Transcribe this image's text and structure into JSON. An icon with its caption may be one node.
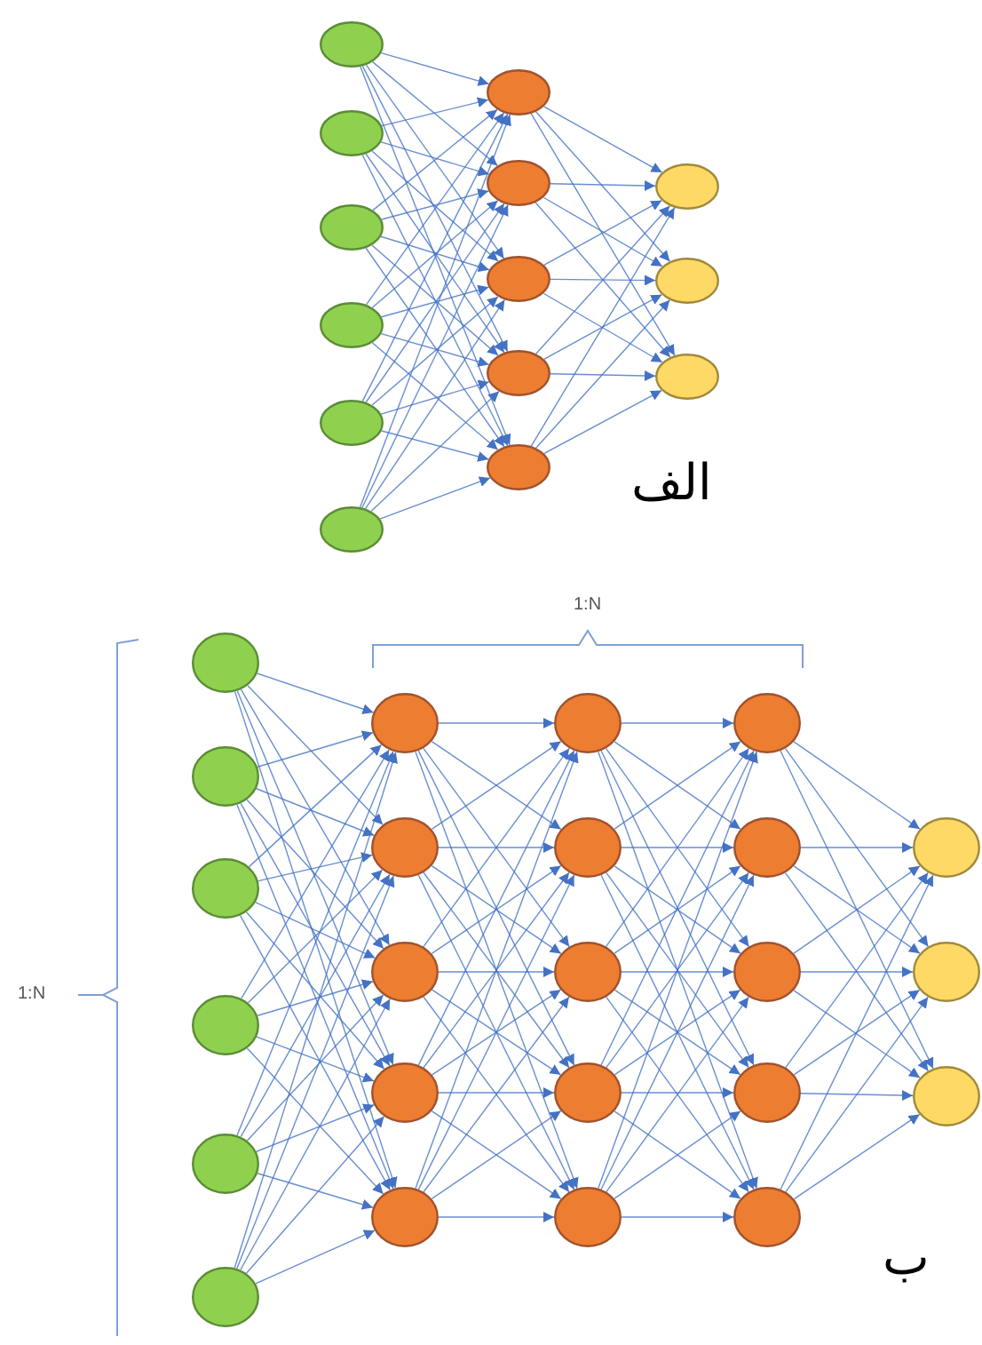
{
  "diagram": {
    "nodes": [
      {
        "text": [],
        "shape": "circle"
      },
      {
        "text": [],
        "shape": "circle"
      },
      {
        "text": [],
        "shape": "circle"
      },
      {
        "text": [],
        "shape": "circle"
      },
      {
        "text": [],
        "shape": "circle"
      },
      {
        "text": [],
        "shape": "circle"
      },
      {
        "text": [],
        "shape": "circle"
      },
      {
        "text": [],
        "shape": "circle"
      },
      {
        "text": [],
        "shape": "circle"
      },
      {
        "text": [],
        "shape": "circle"
      },
      {
        "text": [],
        "shape": "circle"
      },
      {
        "text": [],
        "shape": "circle"
      },
      {
        "text": [],
        "shape": "circle"
      },
      {
        "text": [],
        "shape": "circle"
      },
      {
        "text": [],
        "shape": "circle"
      },
      {
        "text": [],
        "shape": "circle"
      },
      {
        "text": [],
        "shape": "circle"
      },
      {
        "text": [],
        "shape": "circle"
      },
      {
        "text": [],
        "shape": "circle"
      },
      {
        "text": [],
        "shape": "circle"
      },
      {
        "text": [],
        "shape": "circle"
      },
      {
        "text": [],
        "shape": "circle"
      },
      {
        "text": [],
        "shape": "circle"
      },
      {
        "text": [],
        "shape": "circle"
      },
      {
        "text": [],
        "shape": "circle"
      },
      {
        "text": [],
        "shape": "circle"
      },
      {
        "text": [],
        "shape": "circle"
      },
      {
        "text": [],
        "shape": "circle"
      },
      {
        "text": [],
        "shape": "circle"
      },
      {
        "text": [],
        "shape": "circle"
      },
      {
        "text": [],
        "shape": "circle"
      },
      {
        "text": [],
        "shape": "circle"
      },
      {
        "text": [],
        "shape": "circle"
      },
      {
        "text": [],
        "shape": "circle"
      },
      {
        "text": [],
        "shape": "circle"
      },
      {
        "text": [],
        "shape": "circle"
      },
      {
        "text": [],
        "shape": "circle"
      },
      {
        "text": [],
        "shape": "circle"
      }
    ],
    "edges": [
      {
        "from": 0,
        "to": 6,
        "arrow": "to"
      },
      {
        "from": 0,
        "to": 7,
        "arrow": "to"
      },
      {
        "from": 0,
        "to": 8,
        "arrow": "to"
      },
      {
        "from": 0,
        "to": 9,
        "arrow": "to"
      },
      {
        "from": 0,
        "to": 10,
        "arrow": "to"
      },
      {
        "from": 1,
        "to": 6,
        "arrow": "to"
      },
      {
        "from": 1,
        "to": 7,
        "arrow": "to"
      },
      {
        "from": 1,
        "to": 8,
        "arrow": "to"
      },
      {
        "from": 1,
        "to": 9,
        "arrow": "to"
      },
      {
        "from": 1,
        "to": 10,
        "arrow": "to"
      },
      {
        "from": 2,
        "to": 6,
        "arrow": "to"
      },
      {
        "from": 2,
        "to": 7,
        "arrow": "to"
      },
      {
        "from": 2,
        "to": 8,
        "arrow": "to"
      },
      {
        "from": 2,
        "to": 9,
        "arrow": "to"
      },
      {
        "from": 2,
        "to": 10,
        "arrow": "to"
      },
      {
        "from": 3,
        "to": 6,
        "arrow": "to"
      },
      {
        "from": 3,
        "to": 7,
        "arrow": "to"
      },
      {
        "from": 3,
        "to": 8,
        "arrow": "to"
      },
      {
        "from": 3,
        "to": 9,
        "arrow": "to"
      },
      {
        "from": 3,
        "to": 10,
        "arrow": "to"
      },
      {
        "from": 4,
        "to": 6,
        "arrow": "to"
      },
      {
        "from": 4,
        "to": 7,
        "arrow": "to"
      },
      {
        "from": 4,
        "to": 8,
        "arrow": "to"
      },
      {
        "from": 4,
        "to": 9,
        "arrow": "to"
      },
      {
        "from": 4,
        "to": 10,
        "arrow": "to"
      },
      {
        "from": 5,
        "to": 6,
        "arrow": "to"
      },
      {
        "from": 5,
        "to": 7,
        "arrow": "to"
      },
      {
        "from": 5,
        "to": 8,
        "arrow": "to"
      },
      {
        "from": 5,
        "to": 9,
        "arrow": "to"
      },
      {
        "from": 5,
        "to": 10,
        "arrow": "to"
      },
      {
        "from": 6,
        "to": 11,
        "arrow": "to"
      },
      {
        "from": 6,
        "to": 12,
        "arrow": "to"
      },
      {
        "from": 6,
        "to": 13,
        "arrow": "to"
      },
      {
        "from": 7,
        "to": 11,
        "arrow": "to"
      },
      {
        "from": 7,
        "to": 12,
        "arrow": "to"
      },
      {
        "from": 7,
        "to": 13,
        "arrow": "to"
      },
      {
        "from": 8,
        "to": 11,
        "arrow": "to"
      },
      {
        "from": 8,
        "to": 12,
        "arrow": "to"
      },
      {
        "from": 8,
        "to": 13,
        "arrow": "to"
      },
      {
        "from": 9,
        "to": 11,
        "arrow": "to"
      },
      {
        "from": 9,
        "to": 12,
        "arrow": "to"
      },
      {
        "from": 9,
        "to": 13,
        "arrow": "to"
      },
      {
        "from": 10,
        "to": 11,
        "arrow": "to"
      },
      {
        "from": 10,
        "to": 12,
        "arrow": "to"
      },
      {
        "from": 10,
        "to": 13,
        "arrow": "to"
      },
      {
        "from": 14,
        "to": 20,
        "arrow": "to"
      },
      {
        "from": 14,
        "to": 21,
        "arrow": "to"
      },
      {
        "from": 14,
        "to": 22,
        "arrow": "to"
      },
      {
        "from": 14,
        "to": 23,
        "arrow": "to"
      },
      {
        "from": 14,
        "to": 24,
        "arrow": "to"
      },
      {
        "from": 15,
        "to": 20,
        "arrow": "to"
      },
      {
        "from": 15,
        "to": 21,
        "arrow": "to"
      },
      {
        "from": 15,
        "to": 22,
        "arrow": "to"
      },
      {
        "from": 15,
        "to": 23,
        "arrow": "to"
      },
      {
        "from": 15,
        "to": 24,
        "arrow": "to"
      },
      {
        "from": 16,
        "to": 20,
        "arrow": "to"
      },
      {
        "from": 16,
        "to": 21,
        "arrow": "to"
      },
      {
        "from": 16,
        "to": 22,
        "arrow": "to"
      },
      {
        "from": 16,
        "to": 23,
        "arrow": "to"
      },
      {
        "from": 16,
        "to": 24,
        "arrow": "to"
      },
      {
        "from": 17,
        "to": 20,
        "arrow": "to"
      },
      {
        "from": 17,
        "to": 21,
        "arrow": "to"
      },
      {
        "from": 17,
        "to": 22,
        "arrow": "to"
      },
      {
        "from": 17,
        "to": 23,
        "arrow": "to"
      },
      {
        "from": 17,
        "to": 24,
        "arrow": "to"
      },
      {
        "from": 18,
        "to": 20,
        "arrow": "to"
      },
      {
        "from": 18,
        "to": 21,
        "arrow": "to"
      },
      {
        "from": 18,
        "to": 22,
        "arrow": "to"
      },
      {
        "from": 18,
        "to": 23,
        "arrow": "to"
      },
      {
        "from": 18,
        "to": 24,
        "arrow": "to"
      },
      {
        "from": 19,
        "to": 20,
        "arrow": "to"
      },
      {
        "from": 19,
        "to": 21,
        "arrow": "to"
      },
      {
        "from": 19,
        "to": 22,
        "arrow": "to"
      },
      {
        "from": 19,
        "to": 23,
        "arrow": "to"
      },
      {
        "from": 19,
        "to": 24,
        "arrow": "to"
      },
      {
        "from": 20,
        "to": 25,
        "arrow": "to"
      },
      {
        "from": 20,
        "to": 26,
        "arrow": "to"
      },
      {
        "from": 20,
        "to": 27,
        "arrow": "to"
      },
      {
        "from": 20,
        "to": 28,
        "arrow": "to"
      },
      {
        "from": 20,
        "to": 29,
        "arrow": "to"
      },
      {
        "from": 21,
        "to": 25,
        "arrow": "to"
      },
      {
        "from": 21,
        "to": 26,
        "arrow": "to"
      },
      {
        "from": 21,
        "to": 27,
        "arrow": "to"
      },
      {
        "from": 21,
        "to": 28,
        "arrow": "to"
      },
      {
        "from": 21,
        "to": 29,
        "arrow": "to"
      },
      {
        "from": 22,
        "to": 25,
        "arrow": "to"
      },
      {
        "from": 22,
        "to": 26,
        "arrow": "to"
      },
      {
        "from": 22,
        "to": 27,
        "arrow": "to"
      },
      {
        "from": 22,
        "to": 28,
        "arrow": "to"
      },
      {
        "from": 22,
        "to": 29,
        "arrow": "to"
      },
      {
        "from": 23,
        "to": 25,
        "arrow": "to"
      },
      {
        "from": 23,
        "to": 26,
        "arrow": "to"
      },
      {
        "from": 23,
        "to": 27,
        "arrow": "to"
      },
      {
        "from": 23,
        "to": 28,
        "arrow": "to"
      },
      {
        "from": 23,
        "to": 29,
        "arrow": "to"
      },
      {
        "from": 24,
        "to": 25,
        "arrow": "to"
      },
      {
        "from": 24,
        "to": 26,
        "arrow": "to"
      },
      {
        "from": 24,
        "to": 27,
        "arrow": "to"
      },
      {
        "from": 24,
        "to": 28,
        "arrow": "to"
      },
      {
        "from": 24,
        "to": 29,
        "arrow": "to"
      },
      {
        "from": 25,
        "to": 30,
        "arrow": "to"
      },
      {
        "from": 25,
        "to": 31,
        "arrow": "to"
      },
      {
        "from": 25,
        "to": 32,
        "arrow": "to"
      },
      {
        "from": 25,
        "to": 33,
        "arrow": "to"
      },
      {
        "from": 25,
        "to": 34,
        "arrow": "to"
      },
      {
        "from": 26,
        "to": 30,
        "arrow": "to"
      },
      {
        "from": 26,
        "to": 31,
        "arrow": "to"
      },
      {
        "from": 26,
        "to": 32,
        "arrow": "to"
      },
      {
        "from": 26,
        "to": 33,
        "arrow": "to"
      },
      {
        "from": 26,
        "to": 34,
        "arrow": "to"
      },
      {
        "from": 27,
        "to": 30,
        "arrow": "to"
      },
      {
        "from": 27,
        "to": 31,
        "arrow": "to"
      },
      {
        "from": 27,
        "to": 32,
        "arrow": "to"
      },
      {
        "from": 27,
        "to": 33,
        "arrow": "to"
      },
      {
        "from": 27,
        "to": 34,
        "arrow": "to"
      },
      {
        "from": 28,
        "to": 30,
        "arrow": "to"
      },
      {
        "from": 28,
        "to": 31,
        "arrow": "to"
      },
      {
        "from": 28,
        "to": 32,
        "arrow": "to"
      },
      {
        "from": 28,
        "to": 33,
        "arrow": "to"
      },
      {
        "from": 28,
        "to": 34,
        "arrow": "to"
      },
      {
        "from": 29,
        "to": 30,
        "arrow": "to"
      },
      {
        "from": 29,
        "to": 31,
        "arrow": "to"
      },
      {
        "from": 29,
        "to": 32,
        "arrow": "to"
      },
      {
        "from": 29,
        "to": 33,
        "arrow": "to"
      },
      {
        "from": 29,
        "to": 34,
        "arrow": "to"
      },
      {
        "from": 30,
        "to": 35,
        "arrow": "to"
      },
      {
        "from": 30,
        "to": 36,
        "arrow": "to"
      },
      {
        "from": 30,
        "to": 37,
        "arrow": "to"
      },
      {
        "from": 31,
        "to": 35,
        "arrow": "to"
      },
      {
        "from": 31,
        "to": 36,
        "arrow": "to"
      },
      {
        "from": 31,
        "to": 37,
        "arrow": "to"
      },
      {
        "from": 32,
        "to": 35,
        "arrow": "to"
      },
      {
        "from": 32,
        "to": 36,
        "arrow": "to"
      },
      {
        "from": 32,
        "to": 37,
        "arrow": "to"
      },
      {
        "from": 33,
        "to": 35,
        "arrow": "to"
      },
      {
        "from": 33,
        "to": 36,
        "arrow": "to"
      },
      {
        "from": 33,
        "to": 37,
        "arrow": "to"
      },
      {
        "from": 34,
        "to": 35,
        "arrow": "to"
      },
      {
        "from": 34,
        "to": 36,
        "arrow": "to"
      },
      {
        "from": 34,
        "to": 37,
        "arrow": "to"
      }
    ],
    "labels": [
      "الف",
      "1:N",
      "1:N",
      "ب"
    ]
  }
}
